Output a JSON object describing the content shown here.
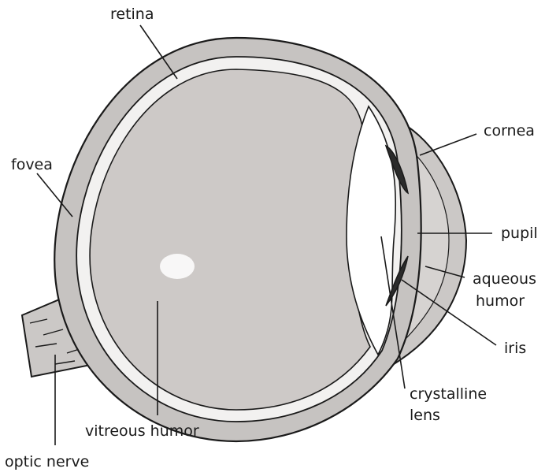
{
  "labels": {
    "retina": "retina",
    "cornea": "cornea",
    "fovea": "fovea",
    "pupil": "pupil",
    "aqueous_humor_line1": "aqueous",
    "aqueous_humor_line2": "humor",
    "iris": "iris",
    "crystalline_lens_line1": "crystalline",
    "crystalline_lens_line2": "lens",
    "vitreous_humor": "vitreous humor",
    "optic_nerve": "optic nerve"
  },
  "colors": {
    "sclera": "#c9c6c4",
    "vitreous": "#cfcbc9",
    "retina_layer": "#f2f1f0",
    "lens": "#ffffff",
    "outline": "#1a1a1a",
    "iris": "#2b2b2b"
  }
}
